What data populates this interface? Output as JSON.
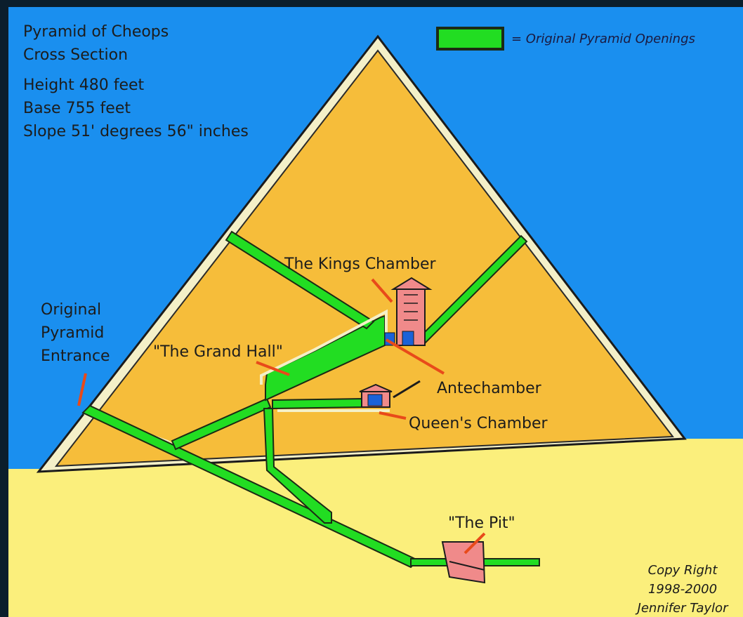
{
  "title": {
    "line1": "Pyramid of Cheops",
    "line2": "Cross Section"
  },
  "stats": {
    "height": "Height 480 feet",
    "base": "Base 755 feet",
    "slope": "Slope 51' degrees 56\" inches"
  },
  "legend": {
    "text": "= Original Pyramid Openings",
    "swatch_color": "#22dd22"
  },
  "labels": {
    "entrance_1": "Original",
    "entrance_2": "Pyramid",
    "entrance_3": "Entrance",
    "grand_hall": "\"The Grand Hall\"",
    "kings_chamber": "The Kings Chamber",
    "antechamber": "Antechamber",
    "queens_chamber": "Queen's Chamber",
    "pit": "\"The Pit\""
  },
  "copyright": {
    "line1": "Copy Right",
    "line2": "1998-2000",
    "line3": "Jennifer Taylor"
  },
  "colors": {
    "sky": "#1a8fef",
    "pyramid": "#f6bd3a",
    "ground": "#fbef7c",
    "passage": "#22dd22",
    "pointer": "#e84a1a",
    "chamber": "#f08a8a"
  }
}
